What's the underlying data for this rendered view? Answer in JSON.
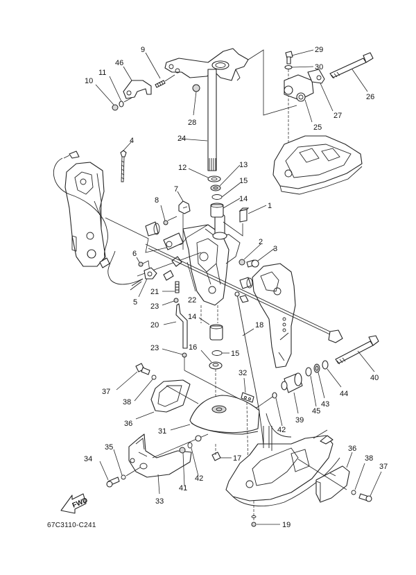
{
  "diagram": {
    "title": "Bracket / Steering assembly exploded view",
    "drawing_code": "67C3110-C241",
    "direction_label": "FWD",
    "callouts": [
      {
        "id": "c1",
        "label": "1"
      },
      {
        "id": "c2",
        "label": "2"
      },
      {
        "id": "c3",
        "label": "3"
      },
      {
        "id": "c4",
        "label": "4"
      },
      {
        "id": "c5",
        "label": "5"
      },
      {
        "id": "c6",
        "label": "6"
      },
      {
        "id": "c7",
        "label": "7"
      },
      {
        "id": "c8",
        "label": "8"
      },
      {
        "id": "c9",
        "label": "9"
      },
      {
        "id": "c10",
        "label": "10"
      },
      {
        "id": "c11",
        "label": "11"
      },
      {
        "id": "c12",
        "label": "12"
      },
      {
        "id": "c13",
        "label": "13"
      },
      {
        "id": "c14a",
        "label": "14"
      },
      {
        "id": "c14b",
        "label": "14"
      },
      {
        "id": "c15a",
        "label": "15"
      },
      {
        "id": "c15b",
        "label": "15"
      },
      {
        "id": "c16",
        "label": "16"
      },
      {
        "id": "c17",
        "label": "17"
      },
      {
        "id": "c18",
        "label": "18"
      },
      {
        "id": "c19",
        "label": "19"
      },
      {
        "id": "c20",
        "label": "20"
      },
      {
        "id": "c21",
        "label": "21"
      },
      {
        "id": "c22",
        "label": "22"
      },
      {
        "id": "c23a",
        "label": "23"
      },
      {
        "id": "c23b",
        "label": "23"
      },
      {
        "id": "c24",
        "label": "24"
      },
      {
        "id": "c25",
        "label": "25"
      },
      {
        "id": "c26",
        "label": "26"
      },
      {
        "id": "c27",
        "label": "27"
      },
      {
        "id": "c28",
        "label": "28"
      },
      {
        "id": "c29",
        "label": "29"
      },
      {
        "id": "c30",
        "label": "30"
      },
      {
        "id": "c31",
        "label": "31"
      },
      {
        "id": "c32",
        "label": "32"
      },
      {
        "id": "c33",
        "label": "33"
      },
      {
        "id": "c34",
        "label": "34"
      },
      {
        "id": "c35",
        "label": "35"
      },
      {
        "id": "c36a",
        "label": "36"
      },
      {
        "id": "c36b",
        "label": "36"
      },
      {
        "id": "c37a",
        "label": "37"
      },
      {
        "id": "c37b",
        "label": "37"
      },
      {
        "id": "c38a",
        "label": "38"
      },
      {
        "id": "c38b",
        "label": "38"
      },
      {
        "id": "c39",
        "label": "39"
      },
      {
        "id": "c40",
        "label": "40"
      },
      {
        "id": "c41",
        "label": "41"
      },
      {
        "id": "c42a",
        "label": "42"
      },
      {
        "id": "c42b",
        "label": "42"
      },
      {
        "id": "c43",
        "label": "43"
      },
      {
        "id": "c44",
        "label": "44"
      },
      {
        "id": "c45",
        "label": "45"
      },
      {
        "id": "c46",
        "label": "46"
      }
    ]
  }
}
